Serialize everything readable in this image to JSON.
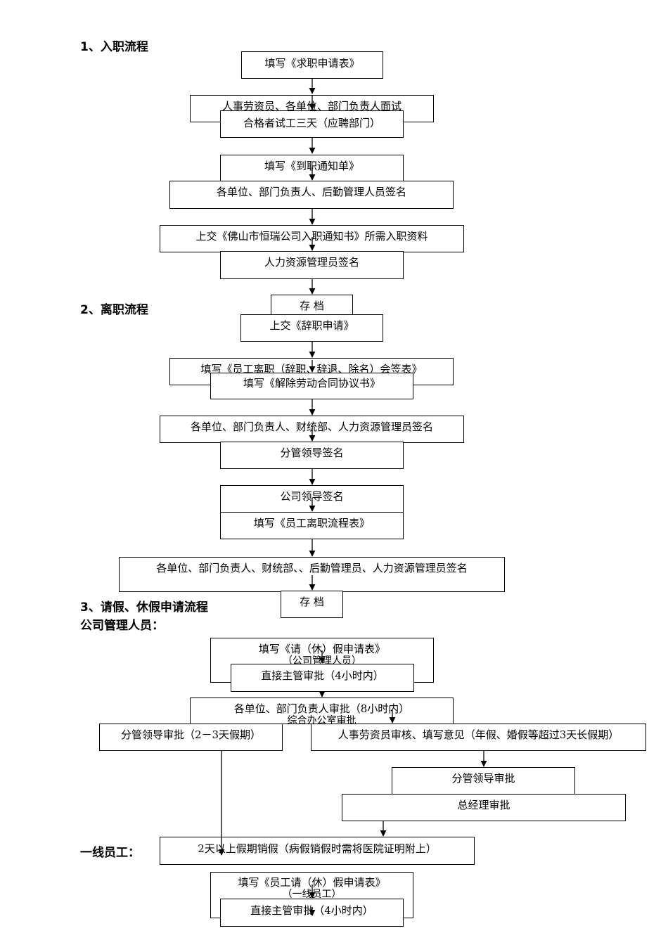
{
  "sections": {
    "onboarding": "1、入职流程",
    "resignation": "2、离职流程",
    "leave": "3、请假、休假申请流程",
    "management_staff": "公司管理人员：",
    "frontline_staff": "一线员工："
  },
  "onboarding": [
    "填写《求职申请表》",
    "人事劳资员、各单位、部门负责人面试",
    "合格者试工三天（应聘部门）",
    "填写《到职通知单》",
    "各单位、部门负责人、后勤管理人员签名",
    "上交《佛山市恒瑞公司入职通知书》所需入职资料",
    "人力资源管理员签名",
    "存 档"
  ],
  "resignation": [
    "上交《辞职申请》",
    "填写《员工离职（辞职、辞退、除名）会签表》",
    "填写《解除劳动合同协议书》",
    "各单位、部门负责人、财统部、人力资源管理员签名",
    "分管领导签名",
    "公司领导签名",
    "填写《员工离职流程表》",
    "各单位、部门负责人、财统部、、后勤管理员、人力资源管理员签名",
    "存 档"
  ],
  "leave_management": {
    "fill_form": "填写《请（休）假申请表》",
    "fill_form_sub": "（公司管理人员）",
    "supervisor": "直接主管审批（4小时内）",
    "dept_heads": "各单位、部门负责人审批（8小时内）",
    "dept_heads_sub": "综合办公室审批",
    "branch_leader_short": "分管领导审批（2－3天假期）",
    "hr_review": "人事劳资员审核、填写意见（年假、婚假等超过3天长假期）",
    "branch_leader": "分管领导审批",
    "general_manager": "总经理审批",
    "cancel_leave": "2天以上假期销假（病假销假时需将医院证明附上）"
  },
  "leave_frontline": {
    "fill_form": "填写《员工请（休）假申请表》",
    "fill_form_sub": "（一线员工）",
    "supervisor": "直接主管审批（4小时内）"
  }
}
